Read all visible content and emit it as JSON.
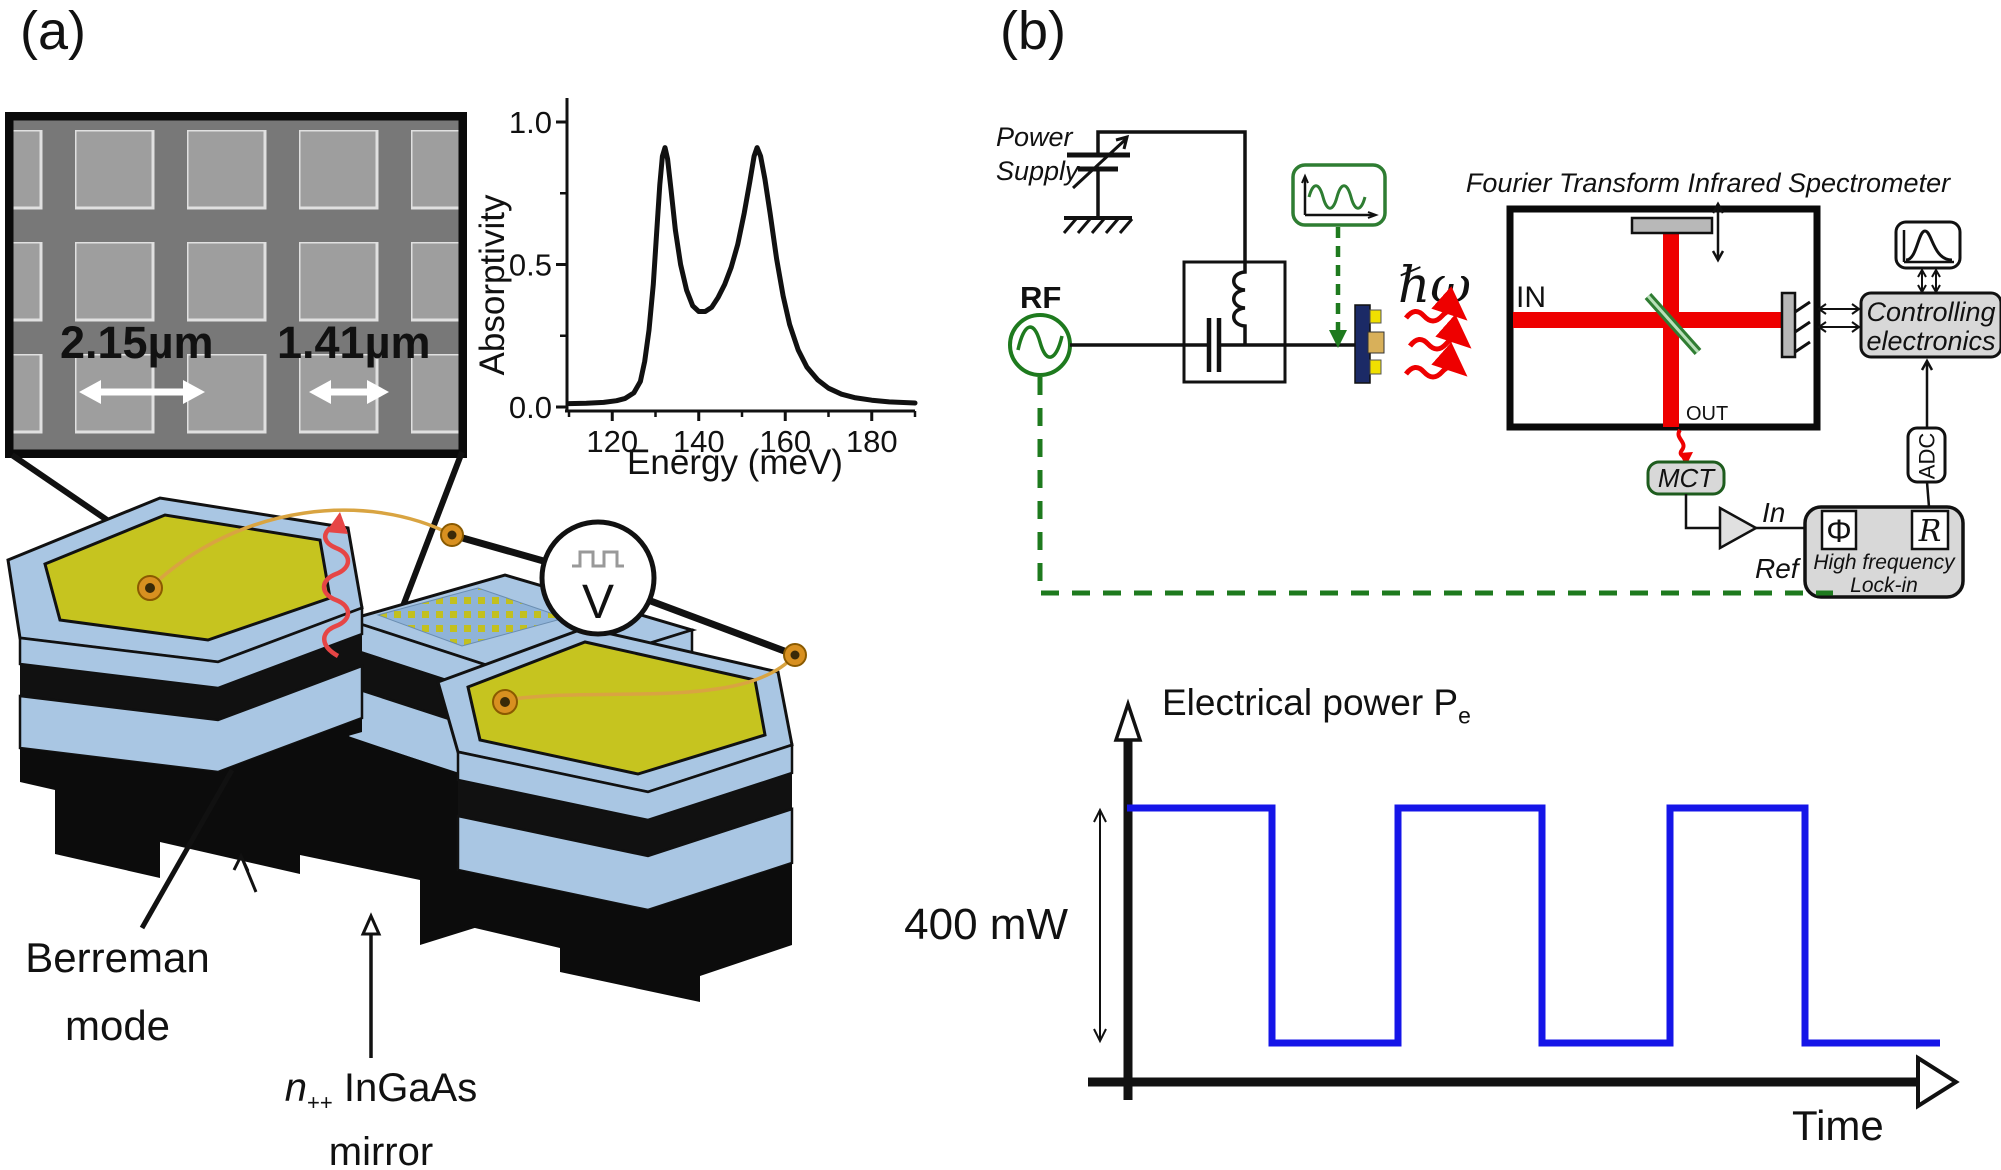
{
  "panel_a": {
    "label": "(a)",
    "sem": {
      "dim_left": "2.15µm",
      "dim_right": "1.41µm"
    },
    "device": {
      "berreman_line1": "Berreman",
      "berreman_line2": "mode",
      "mirror_n": "n",
      "mirror_sub": "++",
      "mirror_rest": " InGaAs",
      "mirror_line2": "mirror",
      "voltage_label": "V"
    }
  },
  "panel_b": {
    "label": "(b)",
    "circuit": {
      "power_supply_line1": "Power",
      "power_supply_line2": "Supply",
      "rf_label": "RF",
      "photon_label": "ℏω",
      "ftir_title": "Fourier Transform Infrared Spectrometer",
      "in_label": "IN",
      "out_label": "OUT",
      "controlling_line1": "Controlling",
      "controlling_line2": "electronics",
      "adc_label": "ADC",
      "mct_label": "MCT",
      "amp_in_label": "In",
      "amp_ref_label": "Ref",
      "lockin_phi": "Φ",
      "lockin_r": "R",
      "lockin_line1": "High frequency",
      "lockin_line2": "Lock-in"
    }
  },
  "chart_data": [
    {
      "type": "line",
      "title": "",
      "xlabel": "Energy (meV)",
      "ylabel": "Absorptivity",
      "xlim": [
        110,
        190
      ],
      "ylim": [
        0,
        1
      ],
      "xticks": [
        120,
        140,
        160,
        180
      ],
      "xticks_minor": [
        110,
        130,
        150,
        170,
        190
      ],
      "yticks": [
        0,
        0.5,
        1
      ],
      "ytick_labels": [
        "0.0",
        "0.5",
        "1.0"
      ],
      "yticks_minor": [
        0.25,
        0.75
      ],
      "grid": false,
      "series": [
        {
          "name": "absorptivity",
          "color": "#111111",
          "points": [
            [
              110,
              0.012
            ],
            [
              114,
              0.013
            ],
            [
              118,
              0.016
            ],
            [
              121,
              0.022
            ],
            [
              123,
              0.03
            ],
            [
              125,
              0.05
            ],
            [
              126.5,
              0.09
            ],
            [
              127.5,
              0.16
            ],
            [
              128.5,
              0.27
            ],
            [
              129.5,
              0.43
            ],
            [
              130.3,
              0.62
            ],
            [
              131,
              0.78
            ],
            [
              131.6,
              0.88
            ],
            [
              132.2,
              0.91
            ],
            [
              132.8,
              0.87
            ],
            [
              133.6,
              0.76
            ],
            [
              134.6,
              0.62
            ],
            [
              135.8,
              0.5
            ],
            [
              137.2,
              0.41
            ],
            [
              138.6,
              0.355
            ],
            [
              140,
              0.335
            ],
            [
              141.5,
              0.335
            ],
            [
              143,
              0.35
            ],
            [
              144.5,
              0.385
            ],
            [
              146,
              0.43
            ],
            [
              147.5,
              0.49
            ],
            [
              149,
              0.57
            ],
            [
              150.5,
              0.68
            ],
            [
              151.8,
              0.79
            ],
            [
              152.8,
              0.88
            ],
            [
              153.5,
              0.91
            ],
            [
              154.3,
              0.88
            ],
            [
              155.3,
              0.8
            ],
            [
              156.5,
              0.68
            ],
            [
              158,
              0.52
            ],
            [
              159.5,
              0.39
            ],
            [
              161,
              0.29
            ],
            [
              163,
              0.2
            ],
            [
              165,
              0.14
            ],
            [
              167.5,
              0.095
            ],
            [
              170,
              0.066
            ],
            [
              173,
              0.045
            ],
            [
              176,
              0.033
            ],
            [
              180,
              0.024
            ],
            [
              184,
              0.018
            ],
            [
              190,
              0.014
            ]
          ]
        }
      ]
    },
    {
      "type": "line",
      "waveform": "square",
      "ylabel_main": "Electrical power P",
      "ylabel_sub": "e",
      "xlabel": "Time",
      "amplitude_label": "400 mW",
      "high_mW": 400,
      "low_mW": 0,
      "start_level": "high",
      "edges_frac": [
        0,
        0.178,
        0.333,
        0.51,
        0.668,
        0.834,
        1.0
      ],
      "line_color": "#1515e8"
    }
  ],
  "colors": {
    "device_blue": "#a9c6e3",
    "pad_yellow": "#c6c41f",
    "circuit_green": "#1e7a1e",
    "beam_red": "#ee0000",
    "wave_blue": "#1515e8",
    "box_gray": "#d8d8d8",
    "sample_navy": "#1b2a66",
    "bond_orange": "#c8871a"
  }
}
